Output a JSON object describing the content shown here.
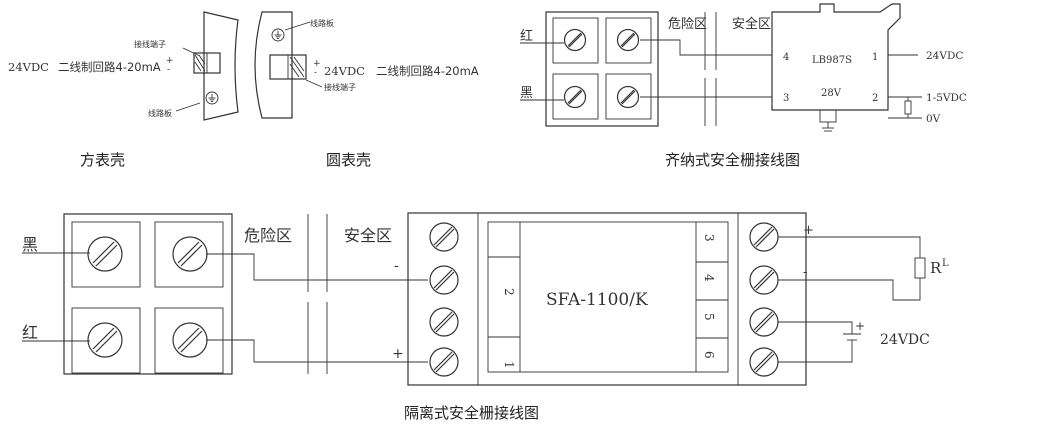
{
  "fang_shell": {
    "terminal_label": "接线端子",
    "voltage": "24VDC",
    "loop_desc": "二线制回路4-20mA",
    "plus": "+",
    "minus": "-",
    "board_label": "线路板",
    "caption": "方表壳"
  },
  "yuan_shell": {
    "board_label": "线路板",
    "plus": "+",
    "minus": "-",
    "voltage": "24VDC",
    "loop_desc": "二线制回路4-20mA",
    "terminal_label": "接线端子",
    "caption": "圆表壳"
  },
  "zener": {
    "red": "红",
    "black": "黑",
    "hazard": "危险区",
    "safe": "安全区",
    "model": "LB987S",
    "voltage_rating": "28V",
    "pin1": "1",
    "pin2": "2",
    "pin3": "3",
    "pin4": "4",
    "out_supply": "24VDC",
    "out_signal": "1-5VDC",
    "out_zero": "0V",
    "caption": "齐纳式安全栅接线图"
  },
  "isolator": {
    "black": "黑",
    "red": "红",
    "hazard": "危险区",
    "safe": "安全区",
    "minus": "-",
    "plus": "+",
    "model": "SFA-1100/K",
    "pin1": "1",
    "pin2": "2",
    "pin3": "3",
    "pin4": "4",
    "pin5": "5",
    "pin6": "6",
    "load_plus": "+",
    "load_minus": "-",
    "load_r": "R",
    "load_sub": "L",
    "supply_plus": "+",
    "supply": "24VDC",
    "caption": "隔离式安全栅接线图"
  }
}
